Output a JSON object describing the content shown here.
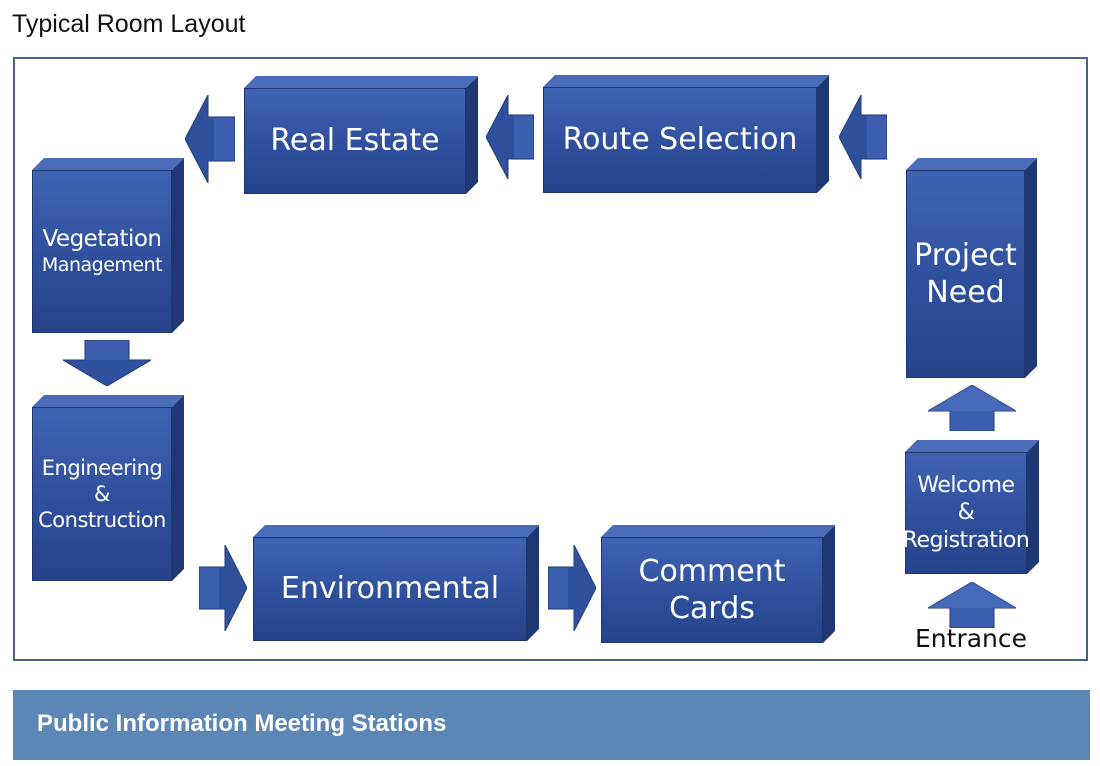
{
  "title": "Typical Room Layout",
  "stations": {
    "real_estate": "Real Estate",
    "route_selection": "Route Selection",
    "project_need": {
      "line1": "Project",
      "line2": "Need"
    },
    "vegetation": {
      "line1": "Vegetation",
      "line2": "Management"
    },
    "engineering": {
      "line1": "Engineering",
      "line2": "&",
      "line3": "Construction"
    },
    "environmental": "Environmental",
    "comment_cards": {
      "line1": "Comment",
      "line2": "Cards"
    },
    "welcome": {
      "line1": "Welcome",
      "line2": "&",
      "line3": "Registration"
    }
  },
  "entrance_label": "Entrance",
  "footer": "Public Information Meeting Stations",
  "colors": {
    "box": "#2f4f9c",
    "arrow": "#3d5fb0",
    "frame": "#4a5f8c",
    "footer": "#5b86b5"
  }
}
